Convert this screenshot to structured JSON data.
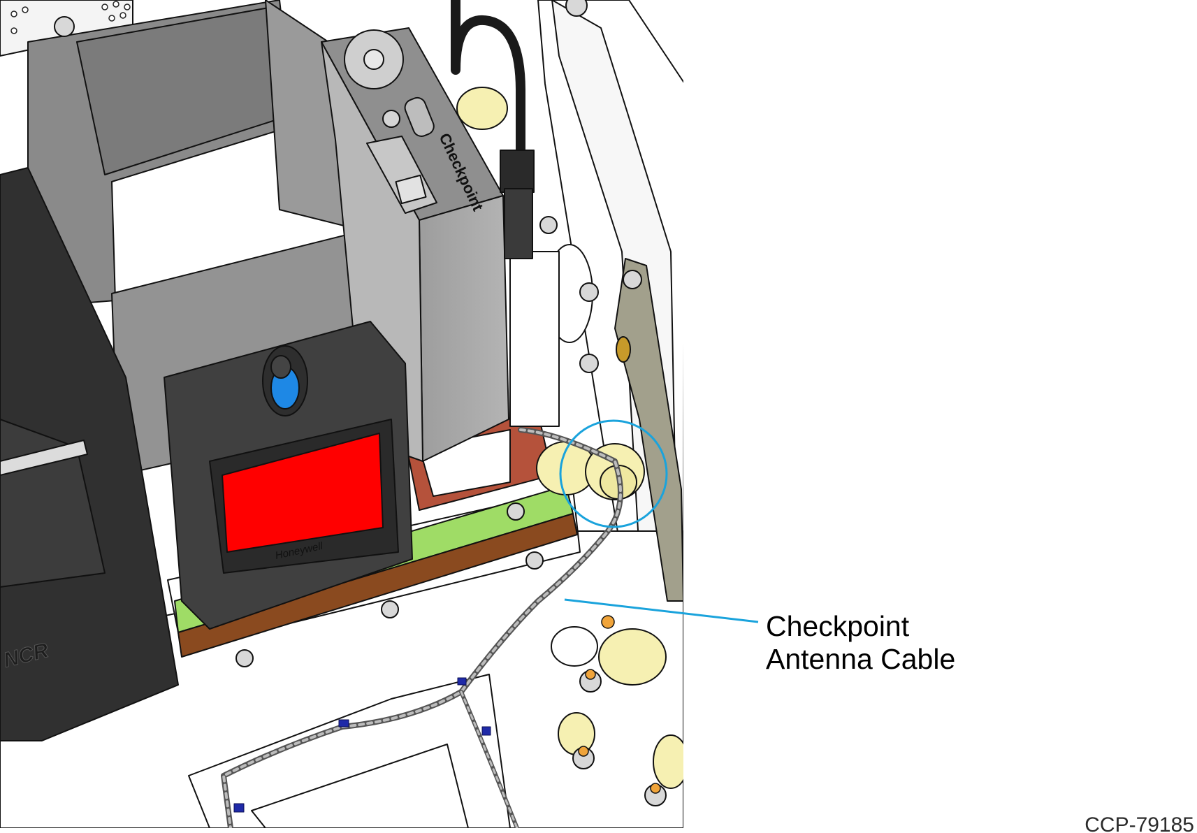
{
  "callout": {
    "line1": "Checkpoint",
    "line2": "Antenna Cable",
    "leader_color": "#1aa3dc",
    "highlight_color": "#1aa3dc"
  },
  "figure_id": "CCP-79185",
  "illustration": {
    "subject": "Self-checkout lane interior with Checkpoint EAS unit and scanner",
    "device_logo_text": "Checkpoint",
    "printer_logo_text": "NCR",
    "scanner_logo_text": "Honeywell",
    "colors": {
      "scanner_window": "#ff0000",
      "scanner_button": "#1e88e5",
      "eas_unit_body": "#a8a8a8",
      "bin_panels": "#8a8a8a",
      "printer_body": "#303030",
      "green_rail": "#9fdc66",
      "brown_rail": "#8a4a1f",
      "mount_pad": "#b5523b",
      "cable_clips": "#f6f0b2",
      "strap": "#a2a08c",
      "cable_ties": "#1f2aa8"
    }
  }
}
